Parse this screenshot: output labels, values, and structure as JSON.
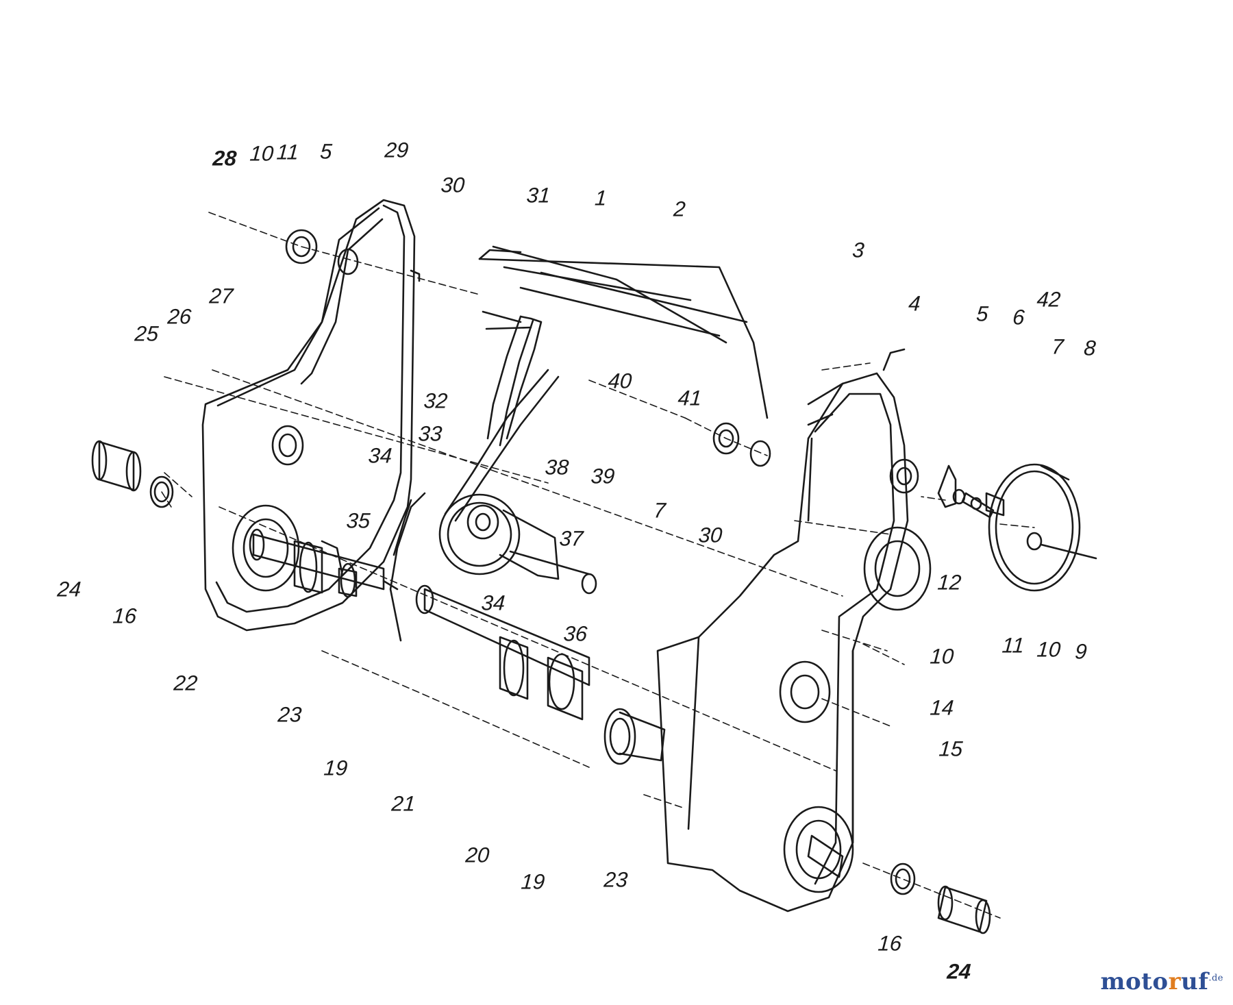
{
  "callouts": [
    {
      "id": "c28a",
      "text": "28"
    },
    {
      "id": "c10a",
      "text": "10"
    },
    {
      "id": "c11a",
      "text": "11"
    },
    {
      "id": "c5a",
      "text": "5"
    },
    {
      "id": "c29",
      "text": "29"
    },
    {
      "id": "c30a",
      "text": "30"
    },
    {
      "id": "c31",
      "text": "31"
    },
    {
      "id": "c1",
      "text": "1"
    },
    {
      "id": "c2",
      "text": "2"
    },
    {
      "id": "c3",
      "text": "3"
    },
    {
      "id": "c4",
      "text": "4"
    },
    {
      "id": "c5b",
      "text": "5"
    },
    {
      "id": "c6",
      "text": "6"
    },
    {
      "id": "c42",
      "text": "42"
    },
    {
      "id": "c7a",
      "text": "7"
    },
    {
      "id": "c8",
      "text": "8"
    },
    {
      "id": "c27",
      "text": "27"
    },
    {
      "id": "c25",
      "text": "25"
    },
    {
      "id": "c26",
      "text": "26"
    },
    {
      "id": "c40",
      "text": "40"
    },
    {
      "id": "c41",
      "text": "41"
    },
    {
      "id": "c32",
      "text": "32"
    },
    {
      "id": "c33",
      "text": "33"
    },
    {
      "id": "c34a",
      "text": "34"
    },
    {
      "id": "c38",
      "text": "38"
    },
    {
      "id": "c39",
      "text": "39"
    },
    {
      "id": "c7b",
      "text": "7"
    },
    {
      "id": "c30b",
      "text": "30"
    },
    {
      "id": "c35",
      "text": "35"
    },
    {
      "id": "c37",
      "text": "37"
    },
    {
      "id": "c12",
      "text": "12"
    },
    {
      "id": "c24a",
      "text": "24"
    },
    {
      "id": "c16a",
      "text": "16"
    },
    {
      "id": "c34b",
      "text": "34"
    },
    {
      "id": "c36",
      "text": "36"
    },
    {
      "id": "c10b",
      "text": "10"
    },
    {
      "id": "c11b",
      "text": "11"
    },
    {
      "id": "c10c",
      "text": "10"
    },
    {
      "id": "c9",
      "text": "9"
    },
    {
      "id": "c14",
      "text": "14"
    },
    {
      "id": "c22",
      "text": "22"
    },
    {
      "id": "c23a",
      "text": "23"
    },
    {
      "id": "c15",
      "text": "15"
    },
    {
      "id": "c19a",
      "text": "19"
    },
    {
      "id": "c21",
      "text": "21"
    },
    {
      "id": "c20",
      "text": "20"
    },
    {
      "id": "c19b",
      "text": "19"
    },
    {
      "id": "c23b",
      "text": "23"
    },
    {
      "id": "c16b",
      "text": "16"
    },
    {
      "id": "c24b",
      "text": "24"
    }
  ],
  "watermark": {
    "part1": "moto",
    "part2": "r",
    "part3": "uf",
    "part4": ".de"
  }
}
